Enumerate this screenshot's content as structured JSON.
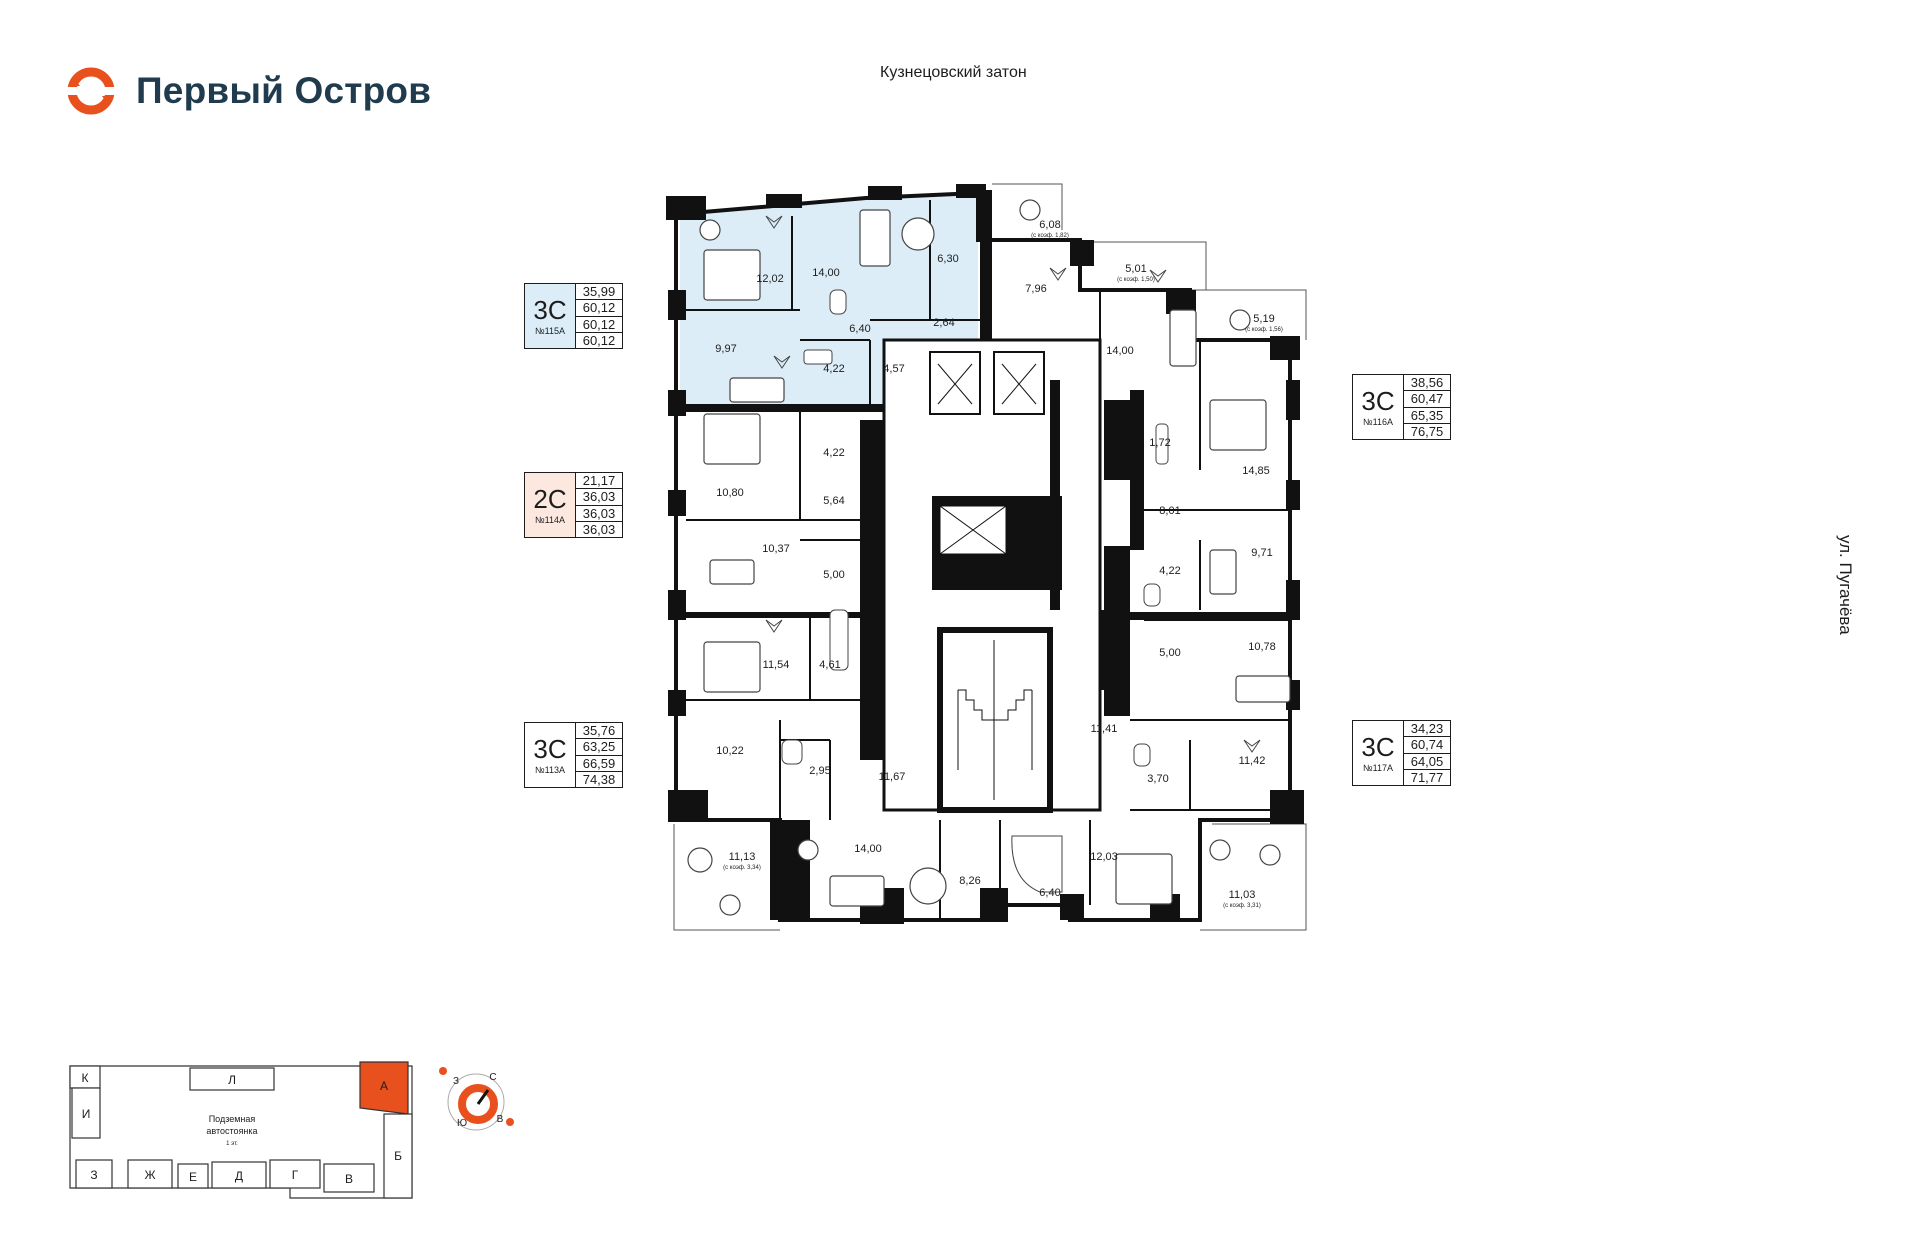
{
  "brand": {
    "name": "Первый Остров",
    "accent_color": "#e8501d",
    "text_color": "#1f3b4d"
  },
  "labels": {
    "water": "Кузнецовский затон",
    "street": "ул. Пугачёва"
  },
  "colors": {
    "highlight_apartment": "#dcedf8",
    "selected_building": "#e8501d",
    "wall": "#111111"
  },
  "apartments": [
    {
      "type": "3С",
      "number": "№115А",
      "areas": [
        "35,99",
        "60,12",
        "60,12",
        "60,12"
      ]
    },
    {
      "type": "2С",
      "number": "№114А",
      "areas": [
        "21,17",
        "36,03",
        "36,03",
        "36,03"
      ]
    },
    {
      "type": "3С",
      "number": "№113А",
      "areas": [
        "35,76",
        "63,25",
        "66,59",
        "74,38"
      ]
    },
    {
      "type": "3С",
      "number": "№116А",
      "areas": [
        "38,56",
        "60,47",
        "65,35",
        "76,75"
      ]
    },
    {
      "type": "3С",
      "number": "№117А",
      "areas": [
        "34,23",
        "60,74",
        "64,05",
        "71,77"
      ]
    }
  ],
  "rooms": [
    {
      "area": "12,02"
    },
    {
      "area": "14,00"
    },
    {
      "area": "6,30"
    },
    {
      "area": "6,40"
    },
    {
      "area": "2,64"
    },
    {
      "area": "9,97"
    },
    {
      "area": "4,22"
    },
    {
      "area": "4,57"
    },
    {
      "area": "6,08",
      "note": "(с коэф. 1,82)"
    },
    {
      "area": "7,96"
    },
    {
      "area": "5,01",
      "note": "(с коэф. 1,50)"
    },
    {
      "area": "5,19",
      "note": "(с коэф. 1,56)"
    },
    {
      "area": "14,00"
    },
    {
      "area": "10,80"
    },
    {
      "area": "4,22"
    },
    {
      "area": "5,64"
    },
    {
      "area": "10,37"
    },
    {
      "area": "5,00"
    },
    {
      "area": "11,54"
    },
    {
      "area": "4,61"
    },
    {
      "area": "10,22"
    },
    {
      "area": "2,95"
    },
    {
      "area": "11,67"
    },
    {
      "area": "11,13",
      "note": "(с коэф. 3,34)"
    },
    {
      "area": "14,00"
    },
    {
      "area": "8,26"
    },
    {
      "area": "6,40"
    },
    {
      "area": "1,72"
    },
    {
      "area": "14,85"
    },
    {
      "area": "8,01"
    },
    {
      "area": "4,22"
    },
    {
      "area": "9,71"
    },
    {
      "area": "5,00"
    },
    {
      "area": "10,78"
    },
    {
      "area": "11,41"
    },
    {
      "area": "3,70"
    },
    {
      "area": "11,42"
    },
    {
      "area": "12,03"
    },
    {
      "area": "11,03",
      "note": "(с коэф. 3,31)"
    }
  ],
  "site_plan": {
    "buildings": [
      "К",
      "Л",
      "А",
      "И",
      "Б",
      "З",
      "Ж",
      "Е",
      "Д",
      "Г",
      "В"
    ],
    "parking": [
      "Подземная",
      "автостоянка"
    ],
    "parking_level": "1 эт."
  },
  "compass": {
    "north": "С",
    "south": "Ю",
    "west": "З",
    "east": "В"
  }
}
